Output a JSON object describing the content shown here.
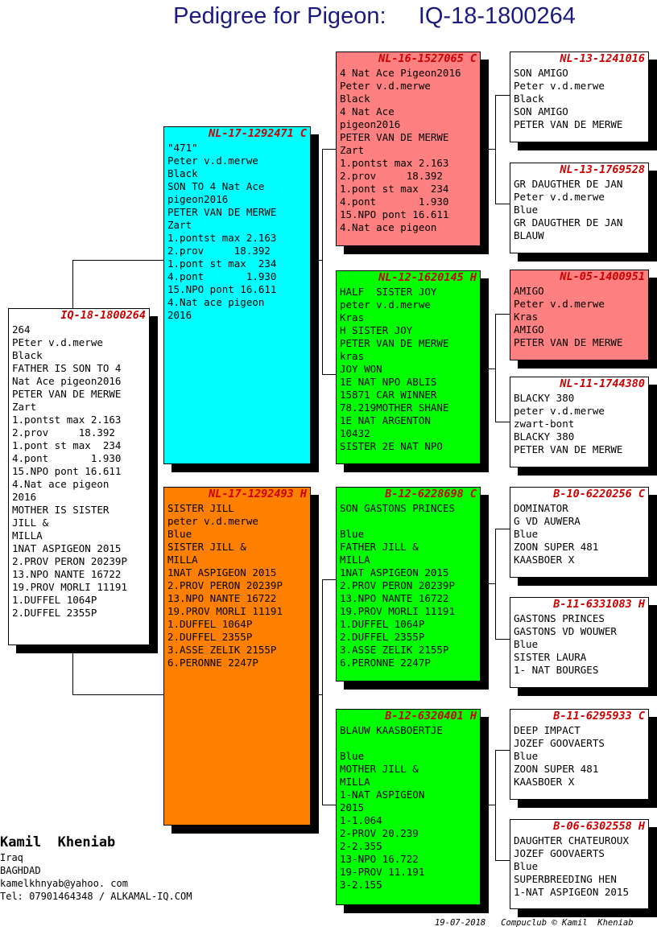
{
  "title": "Pedigree for Pigeon:     IQ-18-1800264",
  "colors": {
    "white": "#ffffff",
    "cyan": "#00ffff",
    "orange": "#ff8000",
    "pink": "#ff8080",
    "green": "#00ff00",
    "ring_red": "#cc0000"
  },
  "pigeons": {
    "main": {
      "ring": "IQ-18-1800264",
      "lines": [
        "264",
        "PEter v.d.merwe",
        "Black",
        "FATHER IS SON TO 4",
        "Nat Ace pigeon2016",
        "PETER VAN DE MERWE",
        "Zart",
        "1.pontst max 2.163",
        "2.prov     18.392",
        "1.pont st max  234",
        "4.pont       1.930",
        "15.NPO pont 16.611",
        "4.Nat ace pigeon",
        "2016",
        "MOTHER IS SISTER",
        "JILL &",
        "MILLA",
        "1NAT ASPIGEON 2015",
        "2.PROV PERON 20239P",
        "13.NPO NANTE 16722",
        "19.PROV MORLI 11191",
        "1.DUFFEL 1064P",
        "2.DUFFEL 2355P"
      ]
    },
    "sire": {
      "ring": "NL-17-1292471 C",
      "lines": [
        "\"471\"",
        "Peter v.d.merwe",
        "Black",
        "SON TO 4 Nat Ace",
        "pigeon2016",
        "PETER VAN DE MERWE",
        "Zart",
        "1.pontst max 2.163",
        "2.prov     18.392",
        "1.pont st max  234",
        "4.pont       1.930",
        "15.NPO pont 16.611",
        "4.Nat ace pigeon",
        "2016"
      ]
    },
    "dam": {
      "ring": "NL-17-1292493 H",
      "lines": [
        "SISTER JILL",
        "peter v.d.merwe",
        "Blue",
        "SISTER JILL &",
        "MILLA",
        "1NAT ASPIGEON 2015",
        "2.PROV PERON 20239P",
        "13.NPO NANTE 16722",
        "19.PROV MORLI 11191",
        "1.DUFFEL 1064P",
        "2.DUFFEL 2355P",
        "3.ASSE ZELIK 2155P",
        "6.PERONNE 2247P"
      ]
    },
    "ss": {
      "ring": "NL-16-1527065 C",
      "lines": [
        "4 Nat Ace Pigeon2016",
        "Peter v.d.merwe",
        "Black",
        "4 Nat Ace",
        "pigeon2016",
        "PETER VAN DE MERWE",
        "Zart",
        "1.pontst max 2.163",
        "2.prov     18.392",
        "1.pont st max  234",
        "4.pont       1.930",
        "15.NPO pont 16.611",
        "4.Nat ace pigeon"
      ]
    },
    "sd": {
      "ring": "NL-12-1620145 H",
      "lines": [
        "HALF  SISTER JOY",
        "peter v.d.merwe",
        "Kras",
        "H SISTER JOY",
        "PETER VAN DE MERWE",
        "kras",
        "JOY WON",
        "1E NAT NPO ABLIS",
        "15871 CAR WINNER",
        "78.219MOTHER SHANE",
        "1E NAT ARGENTON",
        "10432",
        "SISTER 2E NAT NPO"
      ]
    },
    "ds": {
      "ring": "B-12-6228698 C",
      "lines": [
        "SON GASTONS PRINCES",
        "",
        "Blue",
        "FATHER JILL &",
        "MILLA",
        "1NAT ASPIGEON 2015",
        "2.PROV PERON 20239P",
        "13.NPO NANTE 16722",
        "19.PROV MORLI 11191",
        "1.DUFFEL 1064P",
        "2.DUFFEL 2355P",
        "3.ASSE ZELIK 2155P",
        "6.PERONNE 2247P"
      ]
    },
    "dd": {
      "ring": "B-12-6320401 H",
      "lines": [
        "BLAUW KAASBOERTJE",
        "",
        "Blue",
        "MOTHER JILL &",
        "MILLA",
        "1-NAT ASPIGEON",
        "2015",
        "1-1.064",
        "2-PROV 20.239",
        "2-2.355",
        "13-NPO 16.722",
        "19-PROV 11.191",
        "3-2.155"
      ]
    },
    "sss": {
      "ring": "NL-13-1241016",
      "lines": [
        "SON AMIGO",
        "Peter v.d.merwe",
        "Black",
        "SON AMIGO",
        "PETER VAN DE MERWE"
      ]
    },
    "ssd": {
      "ring": "NL-13-1769528",
      "lines": [
        "GR DAUGTHER DE JAN",
        "Peter v.d.merwe",
        "Blue",
        "GR DAUGTHER DE JAN",
        "BLAUW"
      ]
    },
    "sds": {
      "ring": "NL-05-1400951",
      "lines": [
        "AMIGO",
        "Peter v.d.merwe",
        "Kras",
        "AMIGO",
        "PETER VAN DE MERWE"
      ]
    },
    "sdd": {
      "ring": "NL-11-1744380",
      "lines": [
        "BLACKY 380",
        "peter v.d.merwe",
        "zwart-bont",
        "BLACKY 380",
        "PETER VAN DE MERWE"
      ]
    },
    "dss": {
      "ring": "B-10-6220256 C",
      "lines": [
        "DOMINATOR",
        "G VD AUWERA",
        "Blue",
        "ZOON SUPER 481",
        "KAASBOER X"
      ]
    },
    "dsd": {
      "ring": "B-11-6331083 H",
      "lines": [
        "GASTONS PRINCES",
        "GASTONS VD WOUWER",
        "Blue",
        "SISTER LAURA",
        "1- NAT BOURGES"
      ]
    },
    "dds": {
      "ring": "B-11-6295933 C",
      "lines": [
        "DEEP IMPACT",
        "JOZEF GOOVAERTS",
        "Blue",
        "ZOON SUPER 481",
        "KAASBOER X"
      ]
    },
    "ddd": {
      "ring": "B-06-6302558 H",
      "lines": [
        "DAUGHTER CHATEUROUX",
        "JOZEF GOOVAERTS",
        "Blue",
        "SUPERBREEDING HEN",
        "1-NAT ASPIGEON 2015"
      ]
    }
  },
  "owner": {
    "name": "Kamil  Kheniab",
    "country": "Iraq",
    "city": "BAGHDAD",
    "email": "kamelkhnyab@yahoo. com",
    "contact": "Tel: 07901464348 / ALKAMAL-IQ.COM"
  },
  "footer": "19-07-2018   Compuclub © Kamil  Kheniab"
}
